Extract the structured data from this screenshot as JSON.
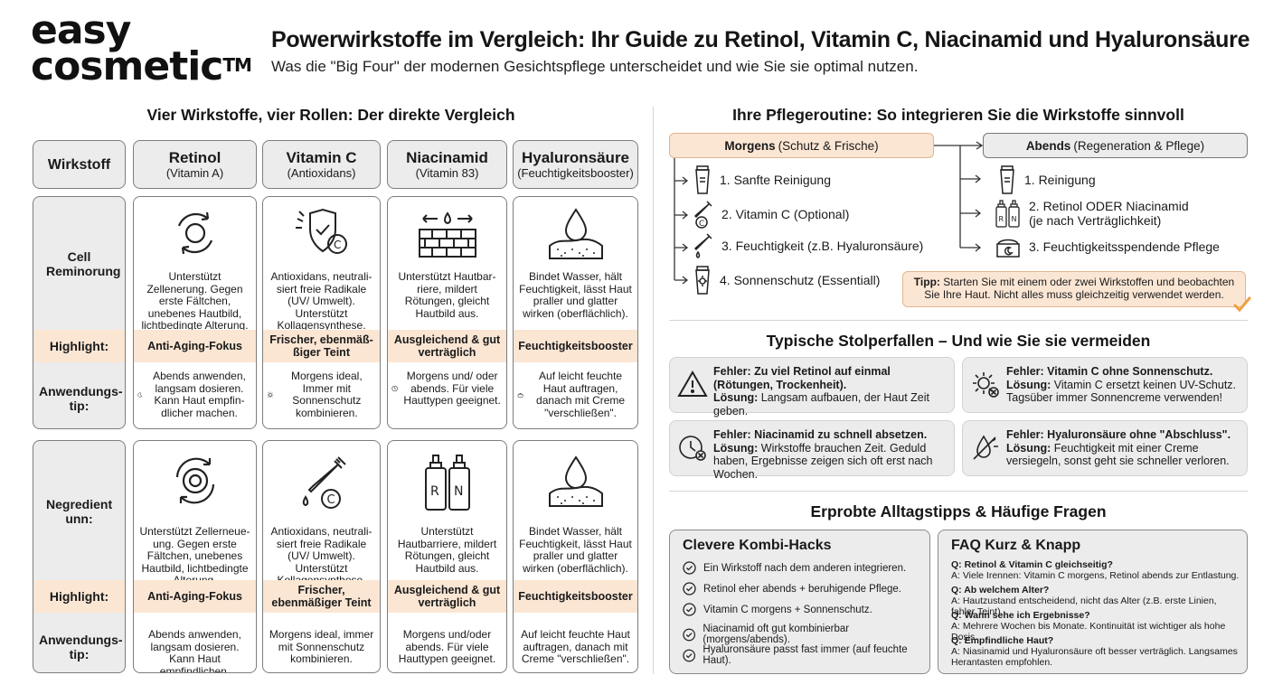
{
  "brand": {
    "logo_line1": "easy",
    "logo_line2": "cosmetic",
    "tm": "TM"
  },
  "header": {
    "title": "Powerwirkstoffe im Vergleich: Ihr Guide zu Retinol, Vitamin C, Niacinamid und Hyaluronsäure",
    "subtitle": "Was die \"Big Four\" der modernen Gesichtspflege unterscheidet und wie Sie sie optimal nutzen."
  },
  "comparison": {
    "heading": "Vier Wirkstoffe, vier Rollen: Der direkte Vergleich",
    "header_label": "Wirkstoff",
    "columns": [
      {
        "name": "Retinol",
        "sub": "(Vitamin A)"
      },
      {
        "name": "Vitamin C",
        "sub": "(Antioxidans)"
      },
      {
        "name": "Niacinamid",
        "sub": "(Vitamin 83)"
      },
      {
        "name": "Hyaluronsäure",
        "sub": "(Feuchtigkeitsbooster)"
      }
    ],
    "block1": {
      "row_label": "Cell Reminorung",
      "highlight_label": "Highlight:",
      "tip_label": "Anwendungs-tip:",
      "cells": [
        {
          "text": "Unterstützt Zellenerung. Gegen erste Fältchen, unebenes Hautbild, lichtbedingte Alterung.",
          "highlight": "Anti-Aging-Fokus",
          "tip": "Abends anwenden, langsam dosieren. Kann Haut empfin-dlicher machen."
        },
        {
          "text": "Antioxidans, neutrali-siert freie Radikale (UV/ Umwelt). Unterstützt Kollagensynthese.",
          "highlight": "Frischer, ebenmäß-ßiger Teint",
          "tip": "Morgens ideal, Immer mit Sonnenschutz kombinieren."
        },
        {
          "text": "Unterstützt Hautbar-riere, mildert Rötungen, gleicht Hautbild aus.",
          "highlight": "Ausgleichend & gut verträglich",
          "tip": "Morgens und/ oder abends. Für viele Hauttypen geeignet."
        },
        {
          "text": "Bindet Wasser, hält Feuchtigkeit, lässt Haut praller und glatter wirken (oberflächlich).",
          "highlight": "Feuchtigkeitsbooster",
          "tip": "Auf leicht feuchte Haut auftragen, danach mit Creme \"verschließen\"."
        }
      ]
    },
    "block2": {
      "row_label": "Negredient unn:",
      "highlight_label": "Highlight:",
      "tip_label": "Anwendungs-tip:",
      "cells": [
        {
          "text": "Unterstützt Zellerneue-ung. Gegen erste Fältchen, unebenes Hautbild, lichtbedingte Alterung.",
          "highlight": "Anti-Aging-Fokus",
          "tip": "Abends anwenden, langsam dosieren. Kann Haut empfindlichen."
        },
        {
          "text": "Antioxidans, neutrali-siert freie Radikale (UV/ Umwelt). Unterstützt Kollagensynthese.",
          "highlight": "Frischer, ebenmäßiger Teint",
          "tip": "Morgens ideal, immer mit Sonnenschutz kombinieren."
        },
        {
          "text": "Unterstützt Hautbarriere, mildert Rötungen, gleicht Hautbild aus.",
          "highlight": "Ausgleichend & gut verträglich",
          "tip": "Morgens und/oder abends. Für viele Hauttypen geeignet."
        },
        {
          "text": "Bindet Wasser, hält Feuchtigkeit, lässt Haut praller und glatter wirken (oberflächlich).",
          "highlight": "Feuchtigkeitsbooster",
          "tip": "Auf leicht feuchte Haut auftragen, danach mit Creme \"verschließen\"."
        }
      ]
    }
  },
  "routine": {
    "heading": "Ihre Pflegeroutine: So integrieren Sie die Wirkstoffe sinnvoll",
    "morning": {
      "title": "Morgens",
      "sub": "(Schutz & Frische)",
      "steps": [
        "1. Sanfte Reinigung",
        "2. Vitamin C (Optional)",
        "3. Feuchtigkeit (z.B. Hyaluronsäure)",
        "4. Sonnenschutz (Essentiall)"
      ]
    },
    "evening": {
      "title": "Abends",
      "sub": "(Regeneration & Pflege)",
      "steps": [
        "1. Reinigung",
        "2. Retinol ODER Niacinamid",
        "(je nach Verträglichkeit)",
        "3. Feuchtigkeitsspendende Pflege"
      ]
    },
    "tip_label": "Tipp:",
    "tip_text": "Starten Sie mit einem oder zwei Wirkstoffen und beobachten Sie Ihre Haut. Nicht alles muss gleichzeitig verwendet werden."
  },
  "pitfalls": {
    "heading": "Typische Stolperfallen – Und wie Sie sie vermeiden",
    "items": [
      {
        "error_label": "Fehler:",
        "error": "Zu viel Retinol auf einmal (Rötungen, Trockenheit).",
        "solution_label": "Lösung:",
        "solution": "Langsam aufbauen, der Haut Zeit geben."
      },
      {
        "error_label": "Fehler:",
        "error": "Vitamin C ohne Sonnenschutz.",
        "solution_label": "Lösung:",
        "solution": "Vitamin C ersetzt keinen UV-Schutz. Tagsüber immer Sonnencreme verwenden!"
      },
      {
        "error_label": "Fehler:",
        "error": "Niacinamid zu schnell absetzen.",
        "solution_label": "Lösung:",
        "solution": "Wirkstoffe brauchen Zeit. Geduld haben, Ergebnisse zeigen sich oft erst nach Wochen."
      },
      {
        "error_label": "Fehler:",
        "error": "Hyaluronsäure ohne \"Abschluss\".",
        "solution_label": "Lösung:",
        "solution": "Feuchtigkeit mit einer Creme versiegeln, sonst geht sie schneller verloren."
      }
    ]
  },
  "tips": {
    "heading": "Erprobte Alltagstipps & Häufige Fragen",
    "hacks_title": "Clevere Kombi-Hacks",
    "hacks": [
      "Ein Wirkstoff nach dem anderen integrieren.",
      "Retinol eher abends + beruhigende Pflege.",
      "Vitamin C morgens + Sonnenschutz.",
      "Niacinamid oft gut kombinierbar (morgens/abends).",
      "Hyaluronsäure passt fast immer (auf feuchte Haut)."
    ],
    "faq_title": "FAQ Kurz & Knapp",
    "faq": [
      {
        "q": "Q: Retinol & Vitamin C gleichseitig?",
        "a": "A: Viele Irennen: Vitamin C morgens, Retinol abends zur Entlastung."
      },
      {
        "q": "Q: Ab welchem Alter?",
        "a": "A: Hautzustand entscheidend, nicht das Alter (z.B. erste Linien, fahler Teint)."
      },
      {
        "q": "Q: Wann sehe ich Ergebnisse?",
        "a": "A: Mehrere Wochen bis Monate. Kontinuität ist wichtiger als hohe Dosis."
      },
      {
        "q": "Q: Empfindliche Haut?",
        "a": "A: Niasinamid und Hyaluronsäure oft besser verträglich. Langsames Herantasten empfohlen."
      }
    ]
  },
  "colors": {
    "accent": "#fbe6d4",
    "panel": "#ececec",
    "border": "#7d7d7d",
    "check": "#f0a040"
  }
}
